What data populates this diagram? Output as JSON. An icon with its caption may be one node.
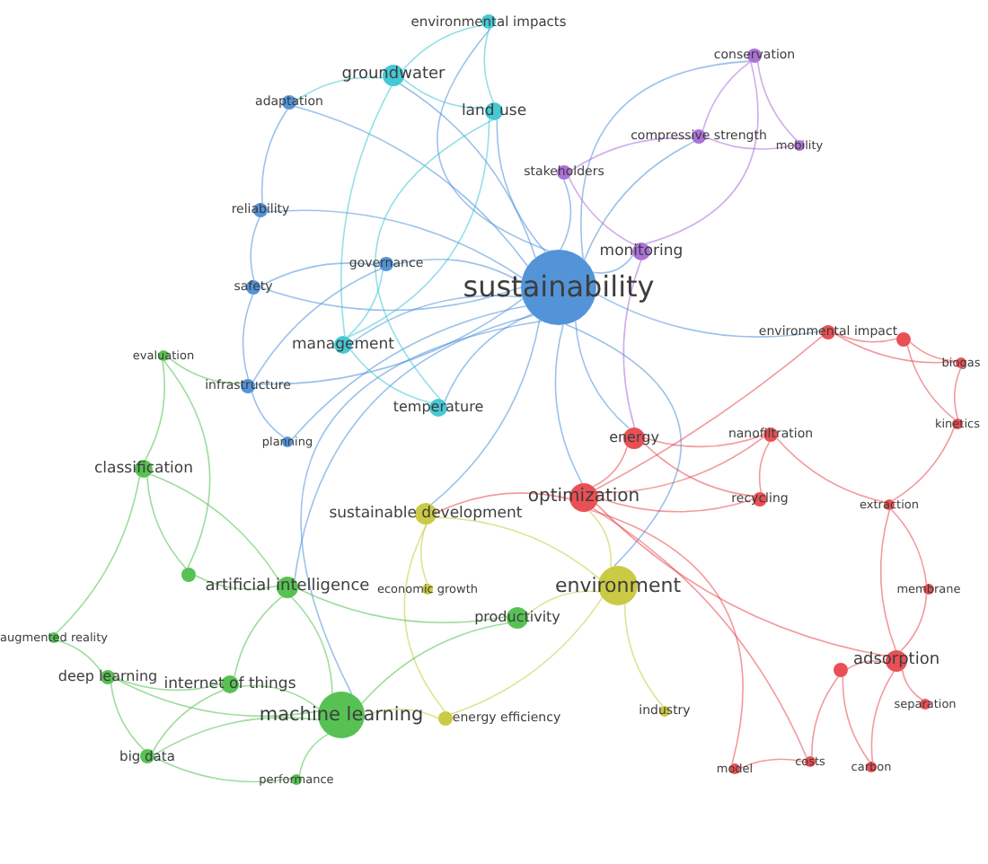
{
  "diagram": {
    "nodes": [
      {
        "text": [
          "environmental impacts"
        ]
      },
      {
        "text": [
          "conservation"
        ]
      },
      {
        "text": [
          "groundwater"
        ]
      },
      {
        "text": [
          "adaptation"
        ]
      },
      {
        "text": [
          "land use"
        ]
      },
      {
        "text": [
          "compressive strength"
        ]
      },
      {
        "text": [
          "mobility"
        ]
      },
      {
        "text": [
          "stakeholders"
        ]
      },
      {
        "text": [
          "reliability"
        ]
      },
      {
        "text": [
          "monitoring"
        ]
      },
      {
        "text": [
          "governance"
        ]
      },
      {
        "text": [
          "safety"
        ]
      },
      {
        "text": [
          "sustainability"
        ]
      },
      {
        "text": [
          "environmental impact"
        ]
      },
      {
        "text": [],
        "shape": "circle"
      },
      {
        "text": [
          "evaluation"
        ]
      },
      {
        "text": [
          "biogas"
        ]
      },
      {
        "text": [
          "management"
        ]
      },
      {
        "text": [
          "infrastructure"
        ]
      },
      {
        "text": [
          "temperature"
        ]
      },
      {
        "text": [
          "kinetics"
        ]
      },
      {
        "text": [
          "planning"
        ]
      },
      {
        "text": [
          "energy"
        ]
      },
      {
        "text": [
          "nanofiltration"
        ]
      },
      {
        "text": [
          "classification"
        ]
      },
      {
        "text": [
          "recycling"
        ]
      },
      {
        "text": [
          "optimization"
        ]
      },
      {
        "text": [
          "extraction"
        ]
      },
      {
        "text": [
          "sustainable development"
        ]
      },
      {
        "text": [],
        "shape": "circle"
      },
      {
        "text": [
          "environment"
        ]
      },
      {
        "text": [
          "artificial intelligence"
        ]
      },
      {
        "text": [
          "economic growth"
        ]
      },
      {
        "text": [
          "membrane"
        ]
      },
      {
        "text": [
          "productivity"
        ]
      },
      {
        "text": [
          "augmented reality"
        ]
      },
      {
        "text": [
          "adsorption"
        ]
      },
      {
        "text": [],
        "shape": "circle"
      },
      {
        "text": [
          "deep learning"
        ]
      },
      {
        "text": [
          "internet of things"
        ]
      },
      {
        "text": [
          "machine learning"
        ]
      },
      {
        "text": [
          "energy efficiency"
        ]
      },
      {
        "text": [
          "industry"
        ]
      },
      {
        "text": [
          "separation"
        ]
      },
      {
        "text": [
          "big data"
        ]
      },
      {
        "text": [
          "costs"
        ]
      },
      {
        "text": [
          "carbon"
        ]
      },
      {
        "text": [
          "model"
        ]
      },
      {
        "text": [
          "performance"
        ]
      }
    ],
    "edges": [
      {
        "from": 12,
        "to": 2,
        "arrow": "none",
        "color": "#4a8fd8"
      },
      {
        "from": 12,
        "to": 3,
        "arrow": "none",
        "color": "#4a8fd8"
      },
      {
        "from": 12,
        "to": 4,
        "arrow": "none",
        "color": "#4a8fd8"
      },
      {
        "from": 12,
        "to": 7,
        "arrow": "none",
        "color": "#4a8fd8"
      },
      {
        "from": 12,
        "to": 8,
        "arrow": "none",
        "color": "#4a8fd8"
      },
      {
        "from": 12,
        "to": 9,
        "arrow": "none",
        "color": "#4a8fd8"
      },
      {
        "from": 12,
        "to": 10,
        "arrow": "none",
        "color": "#4a8fd8"
      },
      {
        "from": 12,
        "to": 11,
        "arrow": "none",
        "color": "#4a8fd8"
      },
      {
        "from": 12,
        "to": 17,
        "arrow": "none",
        "color": "#4a8fd8"
      },
      {
        "from": 12,
        "to": 18,
        "arrow": "none",
        "color": "#4a8fd8"
      },
      {
        "from": 12,
        "to": 19,
        "arrow": "none",
        "color": "#4a8fd8"
      },
      {
        "from": 12,
        "to": 21,
        "arrow": "none",
        "color": "#4a8fd8"
      },
      {
        "from": 12,
        "to": 1,
        "arrow": "none",
        "color": "#4a8fd8"
      },
      {
        "from": 12,
        "to": 5,
        "arrow": "none",
        "color": "#4a8fd8"
      },
      {
        "from": 12,
        "to": 0,
        "arrow": "none",
        "color": "#4a8fd8"
      },
      {
        "from": 12,
        "to": 22,
        "arrow": "none",
        "color": "#4a8fd8"
      },
      {
        "from": 12,
        "to": 26,
        "arrow": "none",
        "color": "#4a8fd8"
      },
      {
        "from": 12,
        "to": 30,
        "arrow": "none",
        "color": "#4a8fd8"
      },
      {
        "from": 12,
        "to": 40,
        "arrow": "none",
        "color": "#4a8fd8"
      },
      {
        "from": 12,
        "to": 28,
        "arrow": "none",
        "color": "#4a8fd8"
      },
      {
        "from": 12,
        "to": 13,
        "arrow": "none",
        "color": "#4a8fd8"
      },
      {
        "from": 12,
        "to": 31,
        "arrow": "none",
        "color": "#4a8fd8"
      },
      {
        "from": 0,
        "to": 2,
        "arrow": "none",
        "color": "#3cc7d3"
      },
      {
        "from": 0,
        "to": 4,
        "arrow": "none",
        "color": "#3cc7d3"
      },
      {
        "from": 2,
        "to": 3,
        "arrow": "none",
        "color": "#3cc7d3"
      },
      {
        "from": 2,
        "to": 4,
        "arrow": "none",
        "color": "#3cc7d3"
      },
      {
        "from": 2,
        "to": 17,
        "arrow": "none",
        "color": "#3cc7d3"
      },
      {
        "from": 4,
        "to": 17,
        "arrow": "none",
        "color": "#3cc7d3"
      },
      {
        "from": 4,
        "to": 19,
        "arrow": "none",
        "color": "#3cc7d3"
      },
      {
        "from": 17,
        "to": 19,
        "arrow": "none",
        "color": "#3cc7d3"
      },
      {
        "from": 17,
        "to": 10,
        "arrow": "none",
        "color": "#3cc7d3"
      },
      {
        "from": 3,
        "to": 8,
        "arrow": "none",
        "color": "#4a8fd8"
      },
      {
        "from": 8,
        "to": 11,
        "arrow": "none",
        "color": "#4a8fd8"
      },
      {
        "from": 11,
        "to": 18,
        "arrow": "none",
        "color": "#4a8fd8"
      },
      {
        "from": 18,
        "to": 21,
        "arrow": "none",
        "color": "#4a8fd8"
      },
      {
        "from": 10,
        "to": 11,
        "arrow": "none",
        "color": "#4a8fd8"
      },
      {
        "from": 10,
        "to": 18,
        "arrow": "none",
        "color": "#4a8fd8"
      },
      {
        "from": 1,
        "to": 5,
        "arrow": "none",
        "color": "#a86ad8"
      },
      {
        "from": 1,
        "to": 6,
        "arrow": "none",
        "color": "#a86ad8"
      },
      {
        "from": 5,
        "to": 6,
        "arrow": "none",
        "color": "#a86ad8"
      },
      {
        "from": 5,
        "to": 7,
        "arrow": "none",
        "color": "#a86ad8"
      },
      {
        "from": 7,
        "to": 9,
        "arrow": "none",
        "color": "#a86ad8"
      },
      {
        "from": 9,
        "to": 22,
        "arrow": "none",
        "color": "#a86ad8"
      },
      {
        "from": 1,
        "to": 9,
        "arrow": "none",
        "color": "#a86ad8"
      },
      {
        "from": 26,
        "to": 22,
        "arrow": "none",
        "color": "#e8474c"
      },
      {
        "from": 26,
        "to": 25,
        "arrow": "none",
        "color": "#e8474c"
      },
      {
        "from": 26,
        "to": 23,
        "arrow": "none",
        "color": "#e8474c"
      },
      {
        "from": 26,
        "to": 13,
        "arrow": "none",
        "color": "#e8474c"
      },
      {
        "from": 26,
        "to": 36,
        "arrow": "none",
        "color": "#e8474c"
      },
      {
        "from": 26,
        "to": 47,
        "arrow": "none",
        "color": "#e8474c"
      },
      {
        "from": 26,
        "to": 45,
        "arrow": "none",
        "color": "#e8474c"
      },
      {
        "from": 22,
        "to": 23,
        "arrow": "none",
        "color": "#e8474c"
      },
      {
        "from": 22,
        "to": 25,
        "arrow": "none",
        "color": "#e8474c"
      },
      {
        "from": 23,
        "to": 25,
        "arrow": "none",
        "color": "#e8474c"
      },
      {
        "from": 23,
        "to": 27,
        "arrow": "none",
        "color": "#e8474c"
      },
      {
        "from": 13,
        "to": 14,
        "arrow": "none",
        "color": "#e8474c"
      },
      {
        "from": 14,
        "to": 16,
        "arrow": "none",
        "color": "#e8474c"
      },
      {
        "from": 16,
        "to": 20,
        "arrow": "none",
        "color": "#e8474c"
      },
      {
        "from": 14,
        "to": 20,
        "arrow": "none",
        "color": "#e8474c"
      },
      {
        "from": 13,
        "to": 16,
        "arrow": "none",
        "color": "#e8474c"
      },
      {
        "from": 36,
        "to": 33,
        "arrow": "none",
        "color": "#e8474c"
      },
      {
        "from": 36,
        "to": 43,
        "arrow": "none",
        "color": "#e8474c"
      },
      {
        "from": 36,
        "to": 37,
        "arrow": "none",
        "color": "#e8474c"
      },
      {
        "from": 36,
        "to": 27,
        "arrow": "none",
        "color": "#e8474c"
      },
      {
        "from": 37,
        "to": 45,
        "arrow": "none",
        "color": "#e8474c"
      },
      {
        "from": 37,
        "to": 46,
        "arrow": "none",
        "color": "#e8474c"
      },
      {
        "from": 45,
        "to": 47,
        "arrow": "none",
        "color": "#e8474c"
      },
      {
        "from": 36,
        "to": 46,
        "arrow": "none",
        "color": "#e8474c"
      },
      {
        "from": 27,
        "to": 20,
        "arrow": "none",
        "color": "#e8474c"
      },
      {
        "from": 33,
        "to": 27,
        "arrow": "none",
        "color": "#e8474c"
      },
      {
        "from": 30,
        "to": 42,
        "arrow": "none",
        "color": "#c8c83a"
      },
      {
        "from": 30,
        "to": 34,
        "arrow": "none",
        "color": "#c8c83a"
      },
      {
        "from": 30,
        "to": 28,
        "arrow": "none",
        "color": "#c8c83a"
      },
      {
        "from": 30,
        "to": 26,
        "arrow": "none",
        "color": "#c8c83a"
      },
      {
        "from": 28,
        "to": 32,
        "arrow": "none",
        "color": "#c8c83a"
      },
      {
        "from": 28,
        "to": 41,
        "arrow": "none",
        "color": "#c8c83a"
      },
      {
        "from": 41,
        "to": 40,
        "arrow": "none",
        "color": "#c8c83a"
      },
      {
        "from": 30,
        "to": 41,
        "arrow": "none",
        "color": "#c8c83a"
      },
      {
        "from": 26,
        "to": 28,
        "arrow": "none",
        "color": "#e8474c"
      },
      {
        "from": 40,
        "to": 48,
        "arrow": "none",
        "color": "#4fbf4a"
      },
      {
        "from": 40,
        "to": 39,
        "arrow": "none",
        "color": "#4fbf4a"
      },
      {
        "from": 40,
        "to": 31,
        "arrow": "none",
        "color": "#4fbf4a"
      },
      {
        "from": 40,
        "to": 44,
        "arrow": "none",
        "color": "#4fbf4a"
      },
      {
        "from": 40,
        "to": 38,
        "arrow": "none",
        "color": "#4fbf4a"
      },
      {
        "from": 38,
        "to": 44,
        "arrow": "none",
        "color": "#4fbf4a"
      },
      {
        "from": 38,
        "to": 35,
        "arrow": "none",
        "color": "#4fbf4a"
      },
      {
        "from": 38,
        "to": 39,
        "arrow": "none",
        "color": "#4fbf4a"
      },
      {
        "from": 35,
        "to": 24,
        "arrow": "none",
        "color": "#4fbf4a"
      },
      {
        "from": 24,
        "to": 15,
        "arrow": "none",
        "color": "#4fbf4a"
      },
      {
        "from": 24,
        "to": 29,
        "arrow": "none",
        "color": "#4fbf4a"
      },
      {
        "from": 29,
        "to": 31,
        "arrow": "none",
        "color": "#4fbf4a"
      },
      {
        "from": 31,
        "to": 39,
        "arrow": "none",
        "color": "#4fbf4a"
      },
      {
        "from": 31,
        "to": 24,
        "arrow": "none",
        "color": "#4fbf4a"
      },
      {
        "from": 15,
        "to": 29,
        "arrow": "none",
        "color": "#4fbf4a"
      },
      {
        "from": 39,
        "to": 44,
        "arrow": "none",
        "color": "#4fbf4a"
      },
      {
        "from": 34,
        "to": 40,
        "arrow": "none",
        "color": "#4fbf4a"
      },
      {
        "from": 34,
        "to": 31,
        "arrow": "none",
        "color": "#4fbf4a"
      },
      {
        "from": 44,
        "to": 48,
        "arrow": "none",
        "color": "#4fbf4a"
      },
      {
        "from": 15,
        "to": 18,
        "arrow": "none",
        "color": "#4fbf4a"
      }
    ]
  }
}
